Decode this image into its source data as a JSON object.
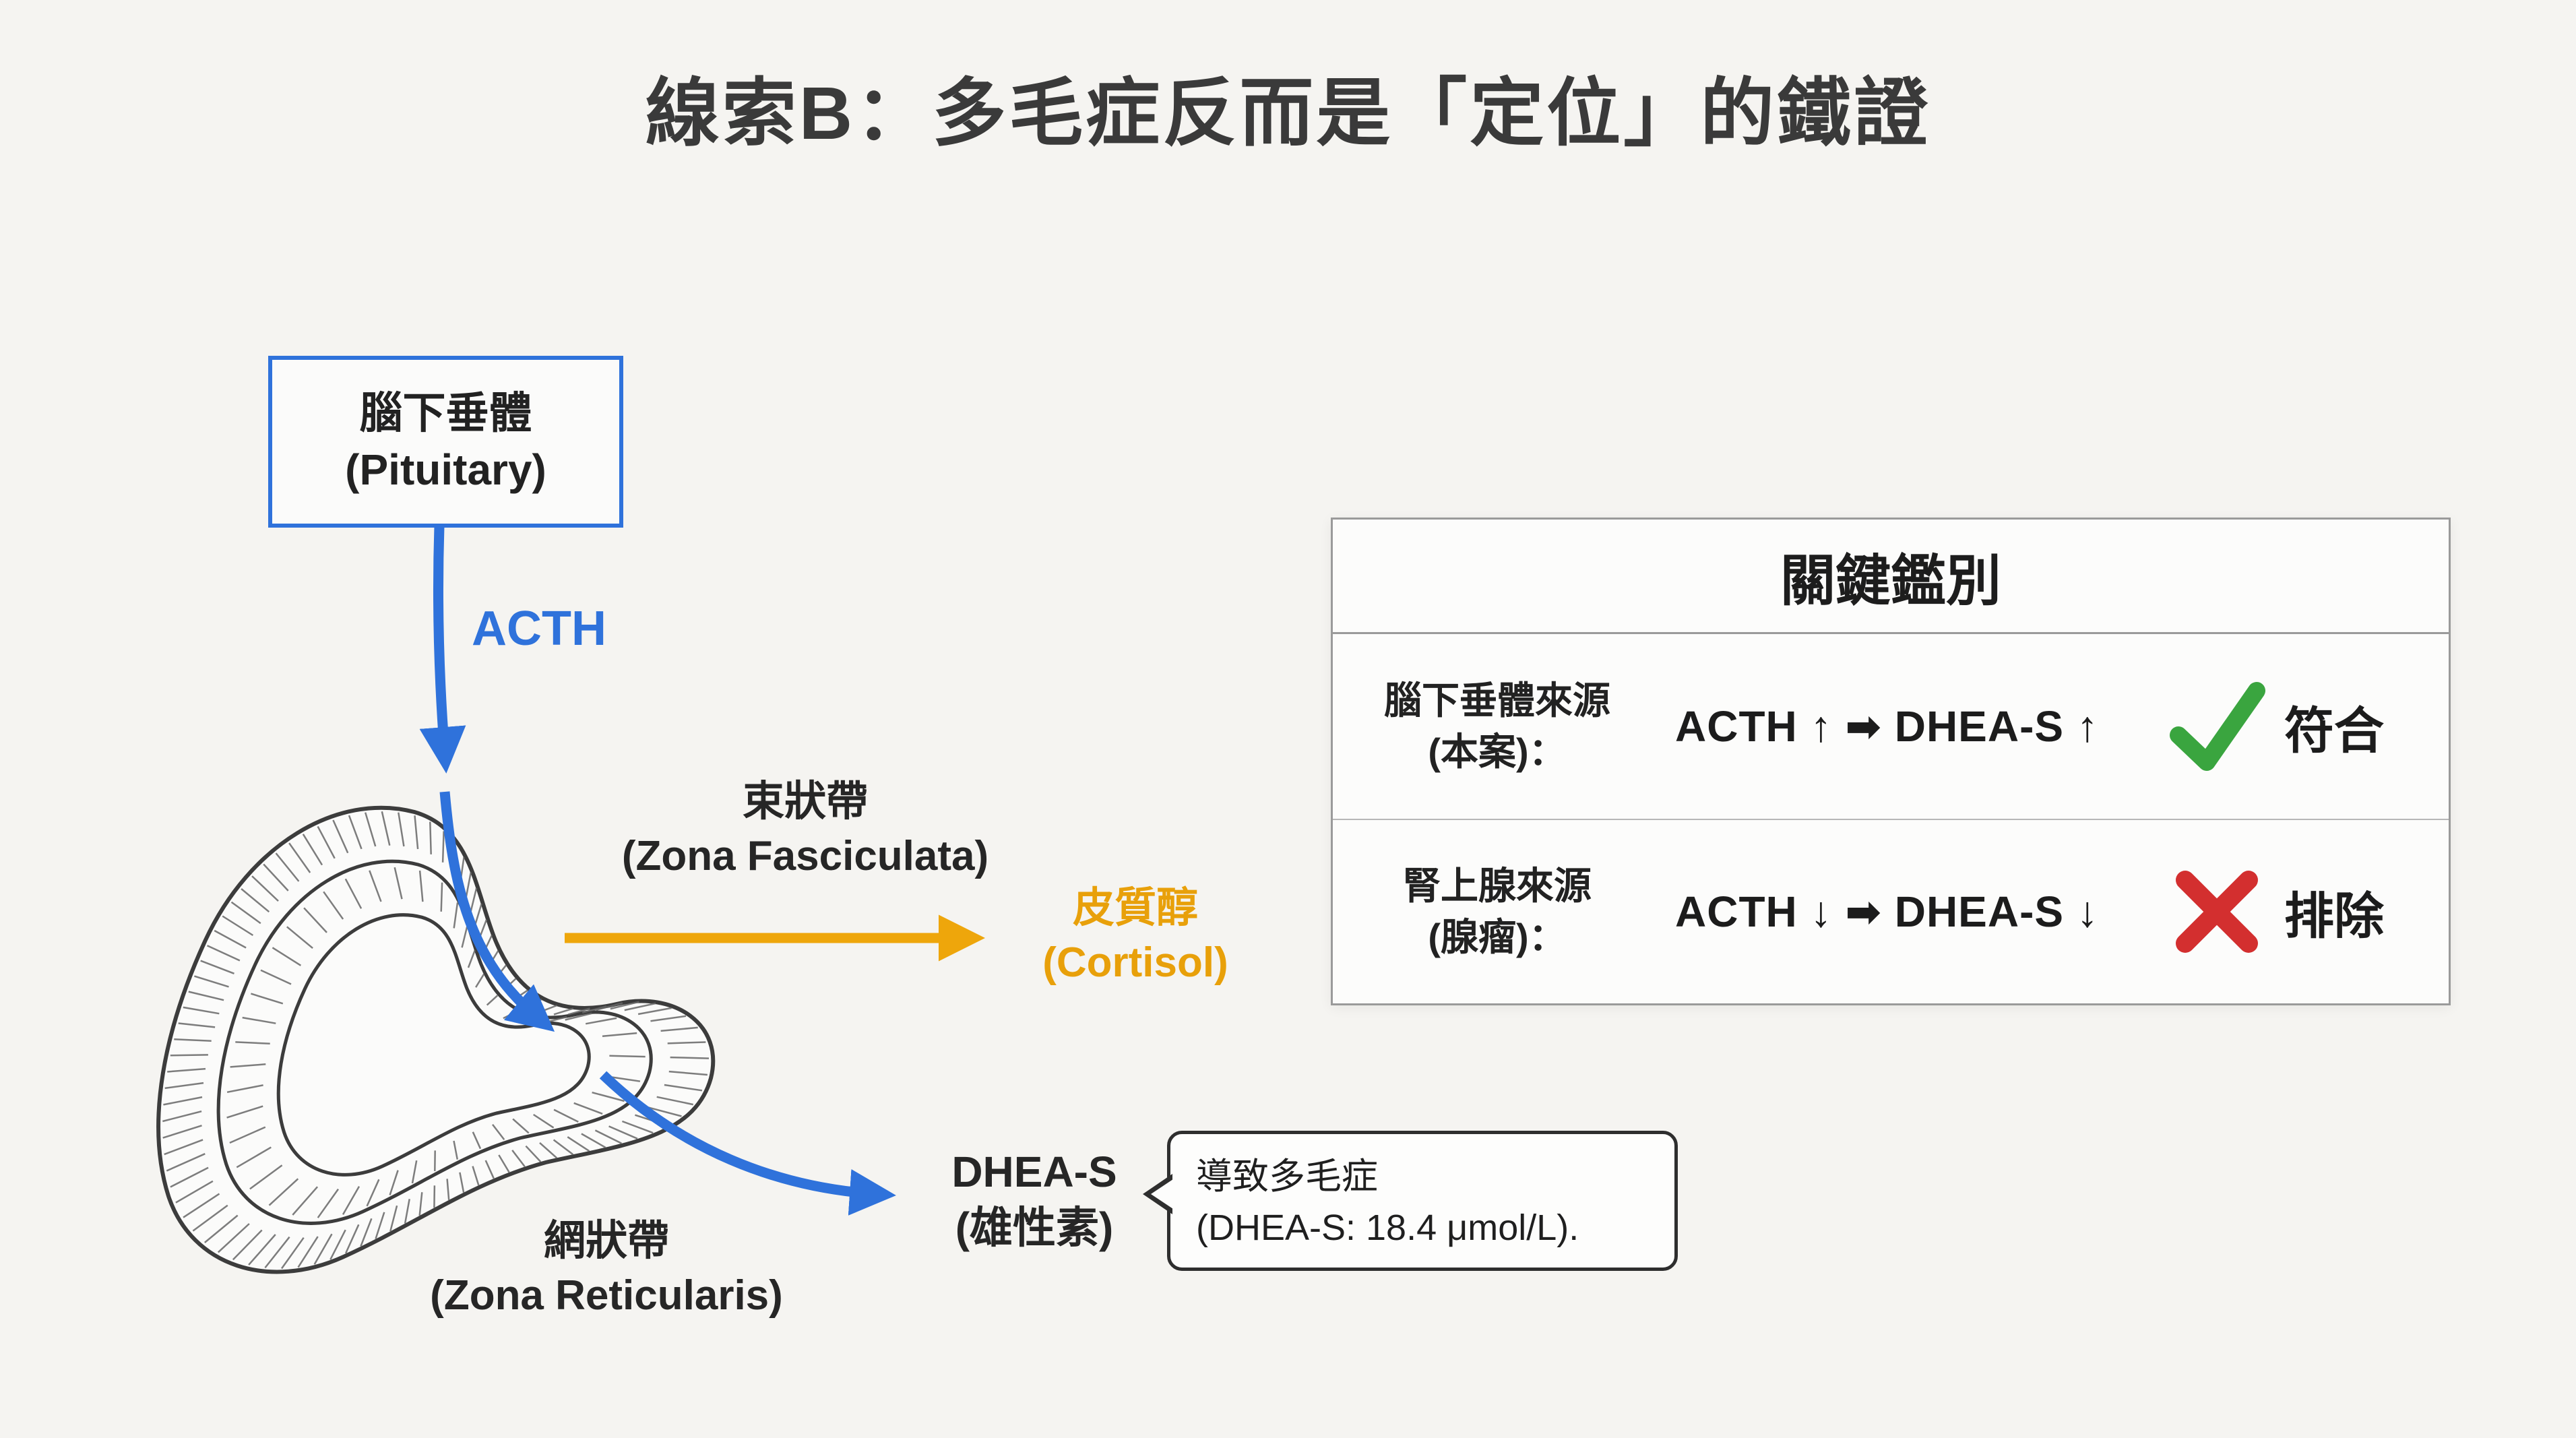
{
  "title": "線索B：多毛症反而是「定位」的鐵證",
  "diagram": {
    "pituitary_box": {
      "line1": "腦下垂體",
      "line2": "(Pituitary)"
    },
    "acth_label": "ACTH",
    "fasciculata_label": {
      "line1": "束狀帶",
      "line2": "(Zona Fasciculata)"
    },
    "cortisol_label": {
      "line1": "皮質醇",
      "line2": "(Cortisol)"
    },
    "dheas_label": {
      "line1": "DHEA-S",
      "line2": "(雄性素)"
    },
    "reticularis_label": {
      "line1": "網狀帶",
      "line2": "(Zona Reticularis)"
    },
    "bubble": {
      "line1": "導致多毛症",
      "line2": "(DHEA-S: 18.4 μmol/L)."
    }
  },
  "table": {
    "title": "關鍵鑑別",
    "rows": [
      {
        "source_line1": "腦下垂體來源",
        "source_line2": "(本案)：",
        "formula": "ACTH ↑ ➡ DHEA-S ↑",
        "icon": "check-icon",
        "verdict": "符合"
      },
      {
        "source_line1": "腎上腺來源",
        "source_line2": "(腺瘤)：",
        "formula": "ACTH ↓ ➡ DHEA-S ↓",
        "icon": "cross-icon",
        "verdict": "排除"
      }
    ]
  },
  "colors": {
    "blue": "#2f72db",
    "yellow": "#eea60b",
    "green": "#3aa53f",
    "red": "#d32f2f",
    "ink": "#3c3c3c"
  }
}
